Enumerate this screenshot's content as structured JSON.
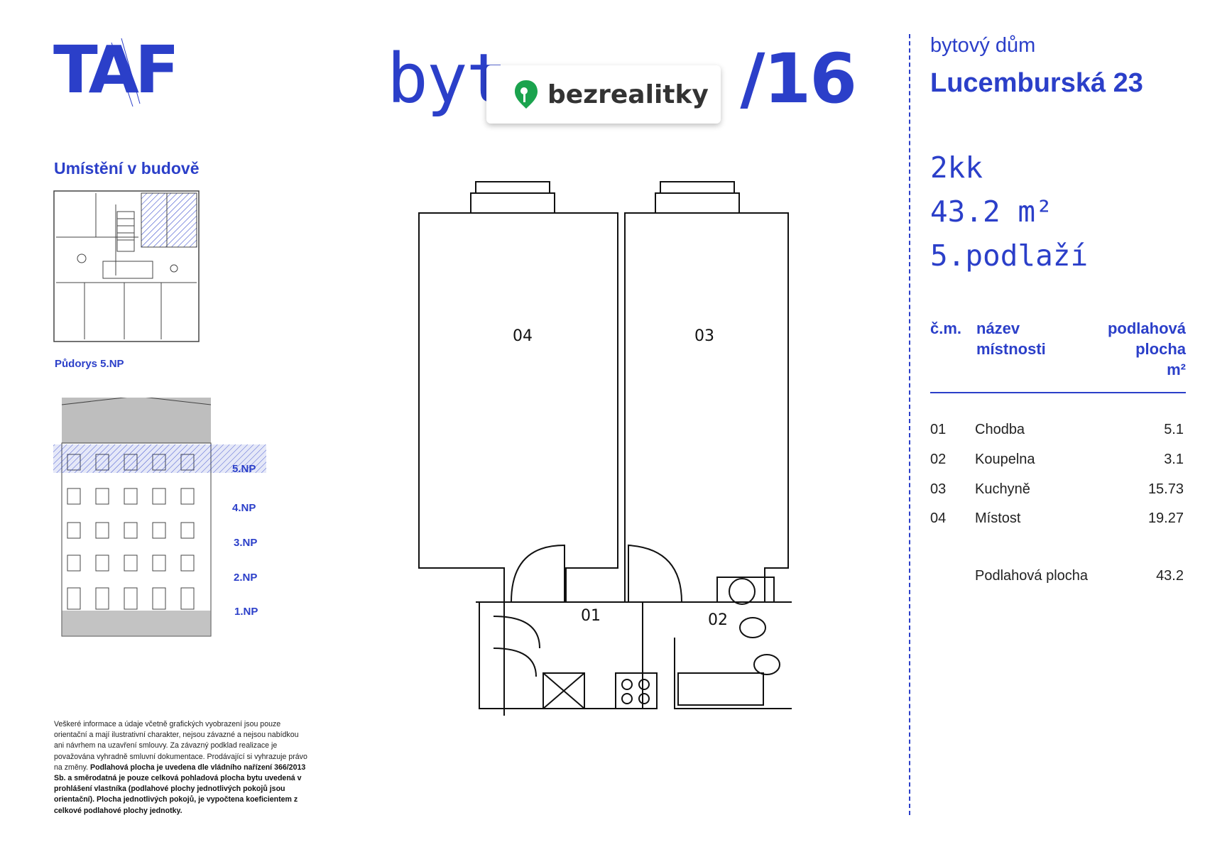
{
  "brand": {
    "logo_text": "TAF"
  },
  "header": {
    "prefix": "byt",
    "number": "/16"
  },
  "watermark": {
    "text": "bezrealitky"
  },
  "location": {
    "heading": "Umístění v budově",
    "plan_caption": "Půdorys 5.NP",
    "floors": [
      "5.NP",
      "4.NP",
      "3.NP",
      "2.NP",
      "1.NP"
    ]
  },
  "disclaimer": {
    "normal": "Veškeré informace a údaje včetně grafických vyobrazení jsou pouze orientační a mají ilustrativní charakter, nejsou závazné a nejsou nabídkou ani návrhem na uzavření smlouvy. Za závazný podklad realizace je považována vyhradně smluvní dokumentace. Prodávající si vyhrazuje právo na změny.",
    "bold": "Podlahová plocha je uvedena dle vládního nařízení 366/2013 Sb. a směrodatná je pouze celková pohladová plocha bytu uvedená v prohlášení vlastníka (podlahové plochy jednotlivých pokojů jsou orientační). Plocha jednotlivých pokojů, je vypočtena koeficientem z celkové podlahové plochy jednotky."
  },
  "building": {
    "type": "bytový dům",
    "address": "Lucemburská 23"
  },
  "unit": {
    "layout": "2kk",
    "area": "43.2 m²",
    "floor": "5.podlaží"
  },
  "table": {
    "headers": {
      "no": "č.m.",
      "name_1": "název",
      "name_2": "místnosti",
      "area_1": "podlahová",
      "area_2": "plocha",
      "area_3": "m²"
    },
    "rows": [
      {
        "no": "01",
        "name": "Chodba",
        "area": "5.1"
      },
      {
        "no": "02",
        "name": "Koupelna",
        "area": "3.1"
      },
      {
        "no": "03",
        "name": "Kuchyně",
        "area": "15.73"
      },
      {
        "no": "04",
        "name": "Místost",
        "area": "19.27"
      }
    ],
    "total_label": "Podlahová plocha",
    "total_value": "43.2"
  },
  "floorplan": {
    "rooms": [
      "01",
      "02",
      "03",
      "04"
    ]
  }
}
